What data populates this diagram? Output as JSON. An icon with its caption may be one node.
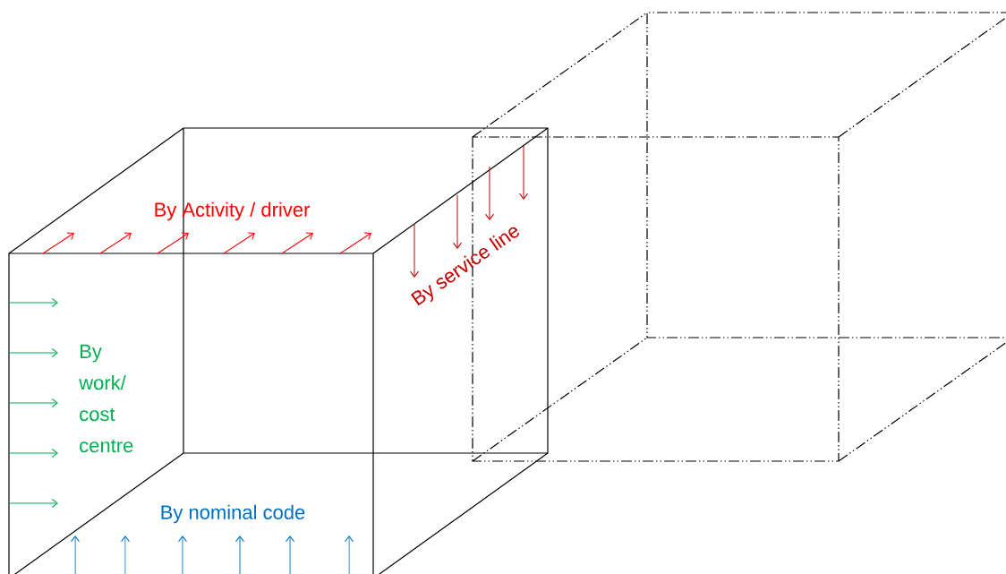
{
  "diagram": {
    "labels": [
      "By Activity / driver",
      "By service line",
      "By work/ cost centre",
      "By nominal code"
    ]
  }
}
